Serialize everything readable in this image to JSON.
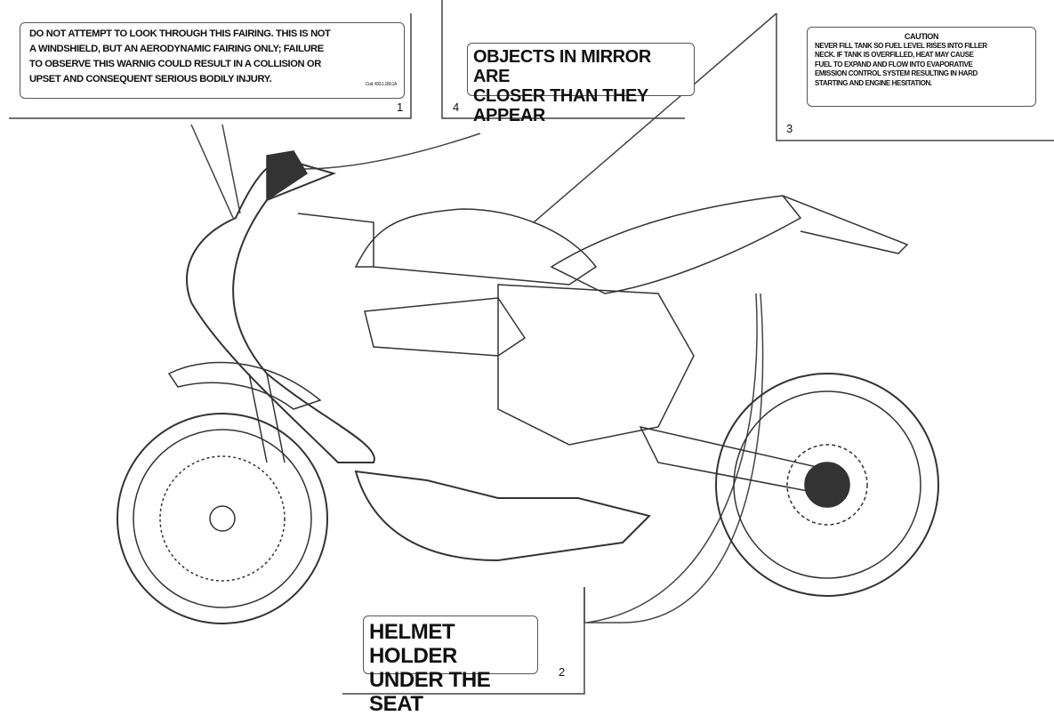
{
  "labels": [
    {
      "number": "1",
      "text": [
        "DO NOT ATTEMPT TO LOOK THROUGH THIS FAIRING. THIS IS NOT",
        "A WINDSHIELD, BUT AN AERODYNAMIC FAIRING ONLY; FAILURE",
        "TO OBSERVE THIS WARNIG COULD RESULT IN A COLLISION OR",
        "UPSET AND CONSEQUENT SERIOUS BODILY INJURY."
      ],
      "code": "Cod. 433.1.169.1A"
    },
    {
      "number": "2",
      "text": [
        "HELMET HOLDER",
        "UNDER THE SEAT"
      ]
    },
    {
      "number": "3",
      "heading": "CAUTION",
      "text": [
        "NEVER FILL TANK SO FUEL LEVEL RISES INTO FILLER",
        "NECK. IF TANK IS OVERFILLED, HEAT MAY CAUSE",
        "FUEL TO EXPAND AND FLOW INTO EVAPORATIVE",
        "EMISSION CONTROL SYSTEM RESULTING IN HARD",
        "STARTING AND ENGINE HESITATION."
      ]
    },
    {
      "number": "4",
      "text": [
        "OBJECTS IN MIRROR ARE",
        "CLOSER THAN THEY APPEAR"
      ]
    }
  ]
}
